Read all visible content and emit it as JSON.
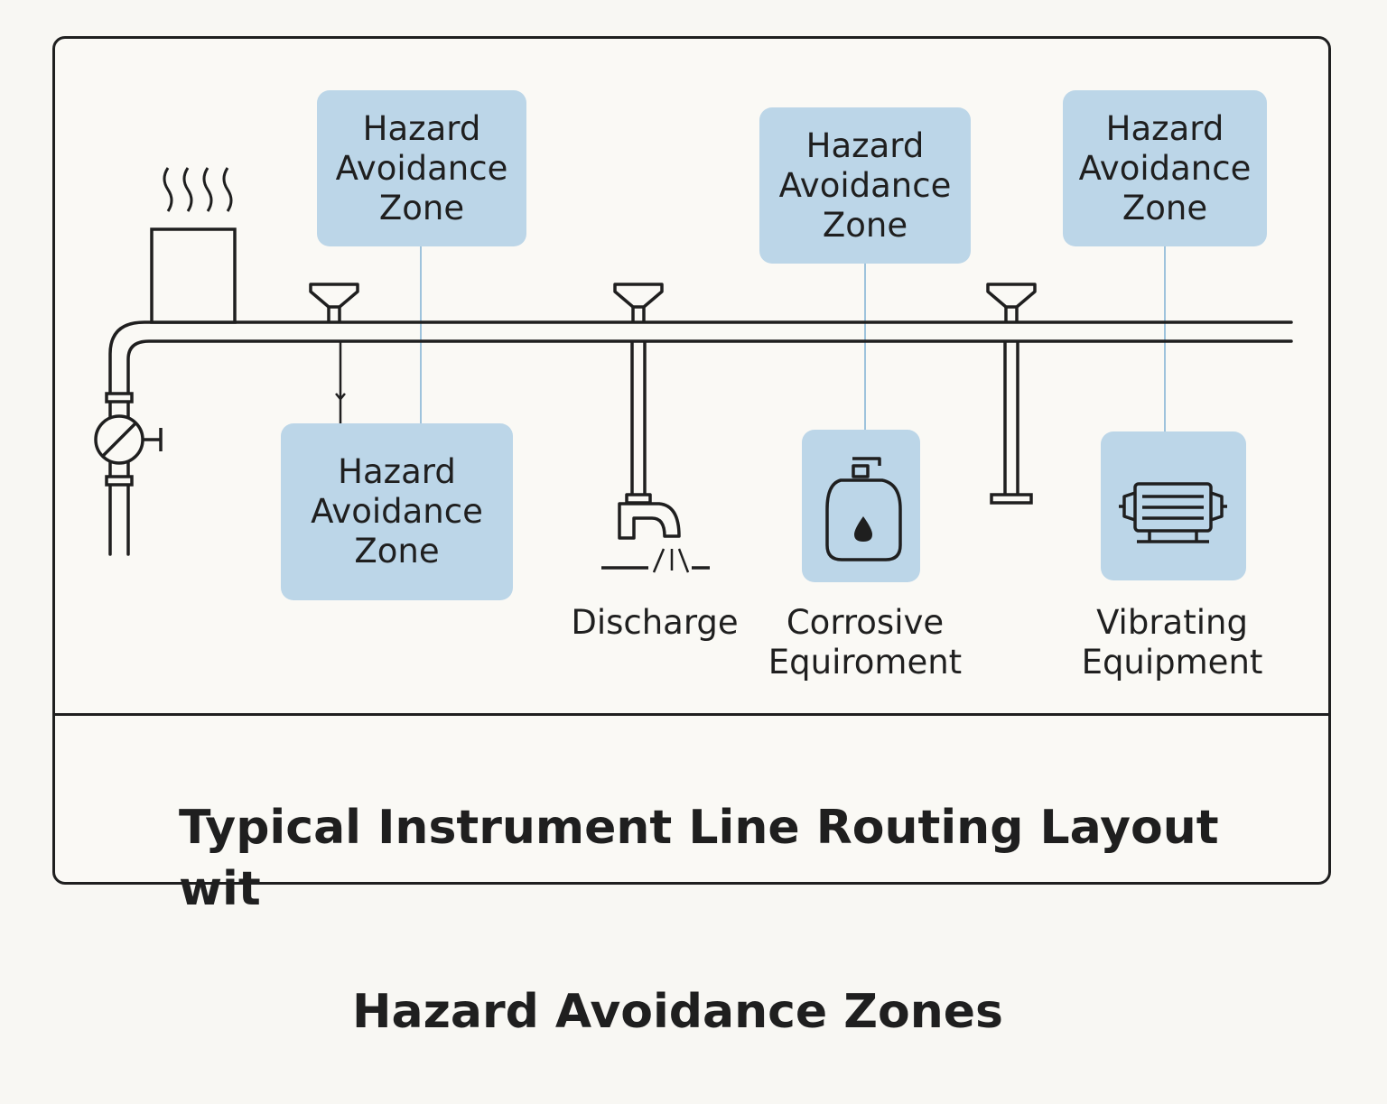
{
  "zones": [
    {
      "label": "Hazard\nAvoidance\nZone"
    },
    {
      "label": "Hazard\nAvoidance\nZone"
    },
    {
      "label": "Hazard\nAvoidance\nZone"
    },
    {
      "label": "Hazard\nAvoidance\nZone"
    }
  ],
  "labels": {
    "discharge": "Discharge",
    "corrosive": "Corrosive\nEquiroment",
    "vibrating": "Vibrating\nEquipment"
  },
  "title": {
    "line1": "Typical Instrument Line Routing Layout wit",
    "line2": "Hazard Avoidance Zones"
  },
  "icons": [
    "steam-vessel-icon",
    "valve-icon",
    "funnel-icon",
    "faucet-icon",
    "drop-icon",
    "motor-icon"
  ],
  "colors": {
    "zone_fill": "#bcd6e8",
    "line": "#1f1f1f",
    "connector": "#9ec3dc",
    "background": "#faf9f5"
  }
}
